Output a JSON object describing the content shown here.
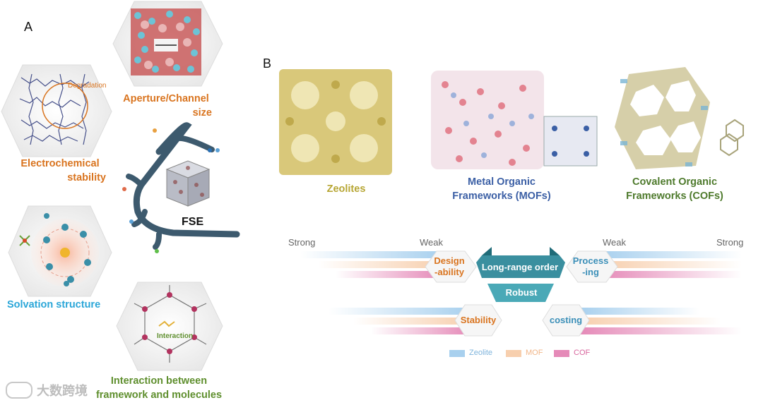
{
  "panel_a": {
    "label": "A",
    "aperture": [
      "Aperture/Channel",
      "size"
    ],
    "electrochemical": [
      "Electrochemical",
      "stability"
    ],
    "degradation": "Degradation",
    "solvation": "Solvation structure",
    "interaction_inner": "Interaction",
    "interaction": [
      "Interaction between",
      "framework and molecules"
    ],
    "fse": "FSE"
  },
  "panel_b": {
    "label": "B",
    "zeolites": "Zeolites",
    "mofs": [
      "Metal Organic",
      "Frameworks (MOFs)"
    ],
    "cofs": [
      "Covalent Organic",
      "Frameworks (COFs)"
    ],
    "strong_left": "Strong",
    "weak_left": "Weak",
    "weak_right": "Weak",
    "strong_right": "Strong",
    "designability": [
      "Design",
      "-ability"
    ],
    "processing": [
      "Process",
      "-ing"
    ],
    "long_range": "Long-range order",
    "robust": "Robust",
    "stability": "Stability",
    "costing": "costing",
    "legend": [
      "Zeolite",
      "MOF",
      "COF"
    ]
  },
  "watermark": "大数跨境",
  "colors": {
    "zeolite": "#a8d0ee",
    "mof": "#f7cfae",
    "cof": "#e58ab8",
    "teal": "#2c9aa8",
    "fse_branch": "#3d5a6e"
  }
}
